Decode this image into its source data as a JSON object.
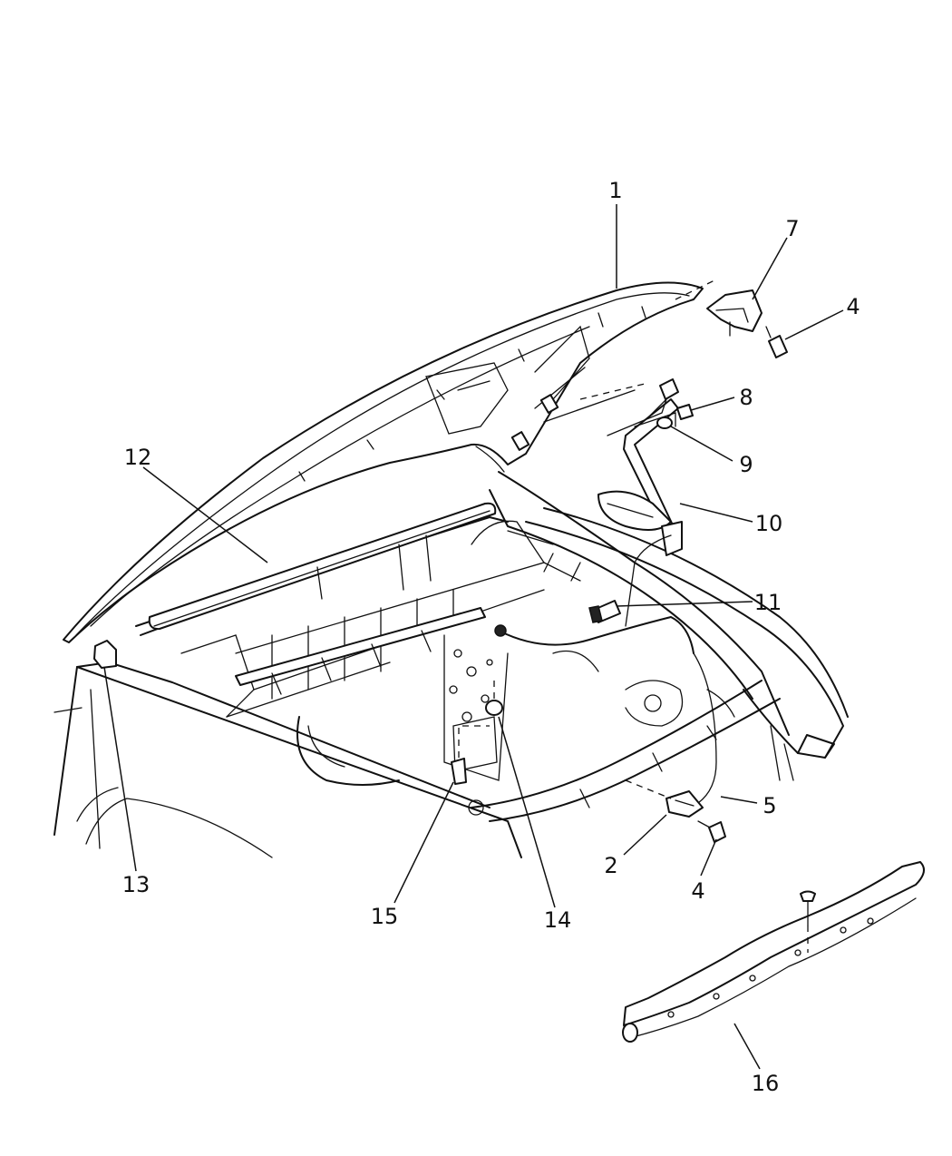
{
  "callouts": [
    {
      "id": "c1",
      "label": "1"
    },
    {
      "id": "c7",
      "label": "7"
    },
    {
      "id": "c4a",
      "label": "4"
    },
    {
      "id": "c8",
      "label": "8"
    },
    {
      "id": "c9",
      "label": "9"
    },
    {
      "id": "c10",
      "label": "10"
    },
    {
      "id": "c12",
      "label": "12"
    },
    {
      "id": "c11",
      "label": "11"
    },
    {
      "id": "c5",
      "label": "5"
    },
    {
      "id": "c2",
      "label": "2"
    },
    {
      "id": "c4b",
      "label": "4"
    },
    {
      "id": "c13",
      "label": "13"
    },
    {
      "id": "c15",
      "label": "15"
    },
    {
      "id": "c14",
      "label": "14"
    },
    {
      "id": "c16",
      "label": "16"
    }
  ]
}
